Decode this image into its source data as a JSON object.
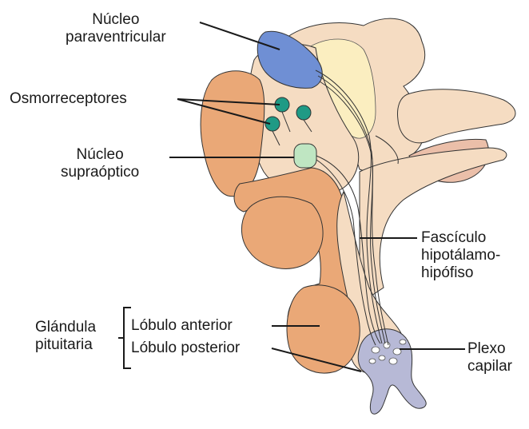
{
  "colors": {
    "tan": "#f5dcc2",
    "salmon": "#eaa877",
    "yellow": "#fbeec0",
    "blue": "#6f8fd4",
    "teal": "#1f9a85",
    "green": "#bfe6c2",
    "plexus": "#b7b9d6",
    "outline": "#333333"
  },
  "labels": {
    "paraventricular": [
      "Núcleo",
      "paraventricular"
    ],
    "osmoreceptors": "Osmorreceptores",
    "supraoptic": [
      "Núcleo",
      "supraóptico"
    ],
    "fasciculus": [
      "Fascículo",
      "hipotálamo-",
      "hipófiso"
    ],
    "gland": [
      "Glándula",
      "pituitaria"
    ],
    "anterior_lobe": "Lóbulo anterior",
    "posterior_lobe": "Lóbulo posterior",
    "plexus": [
      "Plexo",
      "capilar"
    ]
  }
}
